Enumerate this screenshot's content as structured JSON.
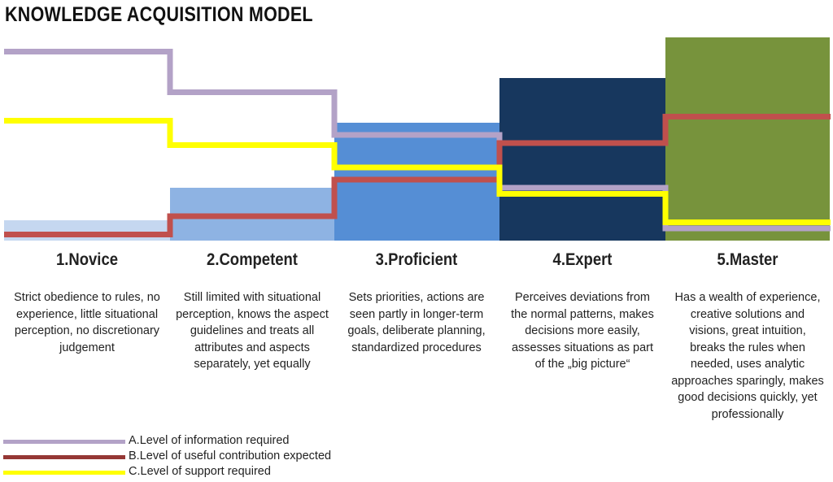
{
  "title": "KNOWLEDGE ACQUISITION MODEL",
  "stages": [
    {
      "name": "1.Novice",
      "description": "Strict obedience to rules, no experience, little situational perception, no discretionary judgement",
      "bar_color": "#c5d7f0",
      "bar_level": 0.1
    },
    {
      "name": "2.Competent",
      "description": "Still limited with situational perception, knows the aspect guidelines and treats all attributes and aspects separately, yet equally",
      "bar_color": "#8eb3e3",
      "bar_level": 0.26
    },
    {
      "name": "3.Proficient",
      "description": "Sets priorities, actions are seen partly in longer-term goals, deliberate planning, standardized procedures",
      "bar_color": "#558ed5",
      "bar_level": 0.58
    },
    {
      "name": "4.Expert",
      "description": "Perceives deviations from the normal patterns, makes decisions more easily, assesses situations as part of the „big picture“",
      "bar_color": "#17375e",
      "bar_level": 0.8
    },
    {
      "name": "5.Master",
      "description": "Has a wealth of experience, creative solutions and visions, great intuition, breaks the rules when needed, uses analytic approaches sparingly, makes good decisions quickly, yet professionally",
      "bar_color": "#77933c",
      "bar_level": 1.0
    }
  ],
  "lines": [
    {
      "name": "A.Level of information required",
      "color": "#b3a2c7",
      "legend_color": "#b3a2c7",
      "levels": [
        0.93,
        0.73,
        0.52,
        0.26,
        0.06
      ]
    },
    {
      "name": "B.Level of useful contribution expected",
      "color": "#c0504d",
      "legend_color": "#953735",
      "levels": [
        0.03,
        0.12,
        0.3,
        0.48,
        0.61
      ]
    },
    {
      "name": "C.Level of support required",
      "color": "#ffff00",
      "legend_color": "#ffff00",
      "levels": [
        0.59,
        0.47,
        0.36,
        0.23,
        0.09
      ]
    }
  ]
}
